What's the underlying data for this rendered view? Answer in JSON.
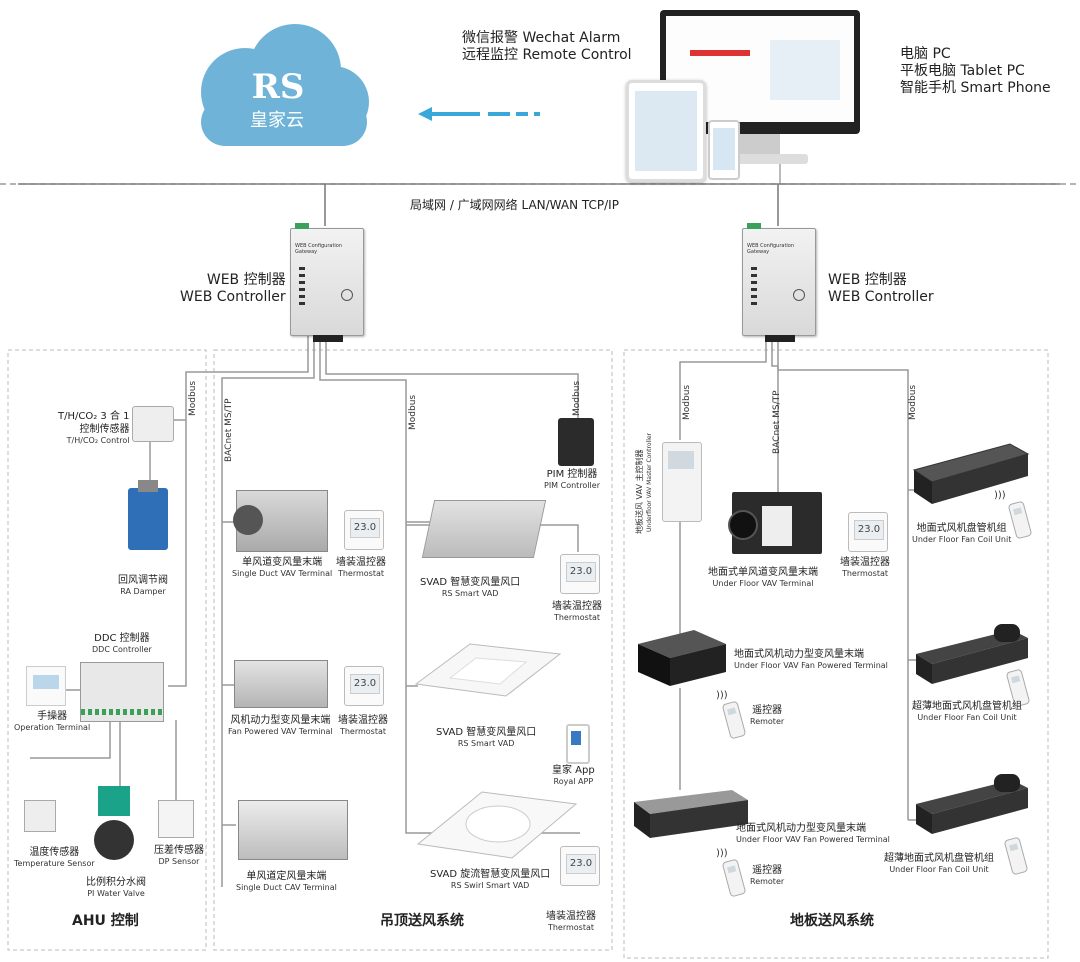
{
  "cloud": {
    "name": "皇家云",
    "logo_text": "RS",
    "color": "#6fb4d8"
  },
  "remote_access": {
    "line1": "微信报警 Wechat Alarm",
    "line2": "远程监控 Remote Control"
  },
  "client_devices": {
    "line1": "电脑 PC",
    "line2": "平板电脑 Tablet PC",
    "line3": "智能手机 Smart Phone"
  },
  "network": {
    "label": "局域网 / 广域网网络 LAN/WAN TCP/IP"
  },
  "web_controller_left": {
    "cn": "WEB 控制器",
    "en": "WEB Controller"
  },
  "web_controller_right": {
    "cn": "WEB 控制器",
    "en": "WEB Controller"
  },
  "gateway_label": "WEB Configuration Gateway",
  "protocols": {
    "modbus": "Modbus",
    "bacnet": "BACnet MS/TP"
  },
  "ahu": {
    "title": "AHU 控制",
    "th_sensor": {
      "cn1": "T/H/CO₂ 3 合 1",
      "cn2": "控制传感器",
      "en": "T/H/CO₂ Control"
    },
    "ra_damper": {
      "cn": "回风调节阀",
      "en": "RA Damper"
    },
    "ddc": {
      "cn": "DDC 控制器",
      "en": "DDC Controller"
    },
    "operation_terminal": {
      "cn": "手操器",
      "en": "Operation Terminal"
    },
    "temp_sensor": {
      "cn": "温度传感器",
      "en": "Temperature Sensor"
    },
    "water_valve": {
      "cn": "比例积分水阀",
      "en": "PI Water Valve"
    },
    "dp_sensor": {
      "cn": "压差传感器",
      "en": "DP Sensor"
    }
  },
  "ceiling": {
    "title": "吊顶送风系统",
    "single_duct_vav": {
      "cn": "单风道变风量末端",
      "en": "Single Duct VAV Terminal"
    },
    "fan_powered_vav": {
      "cn": "风机动力型变风量末端",
      "en": "Fan Powered VAV  Terminal"
    },
    "single_duct_cav": {
      "cn": "单风道定风量末端",
      "en": "Single Duct CAV Terminal"
    },
    "thermostat1": {
      "cn": "墙装温控器",
      "en": "Thermostat"
    },
    "thermostat2": {
      "cn": "墙装温控器",
      "en": "Thermostat"
    },
    "pim": {
      "cn": "PIM 控制器",
      "en": "PIM Controller"
    },
    "svad1": {
      "cn": "SVAD 智慧变风量风口",
      "en": "RS  Smart VAD"
    },
    "thermostat3": {
      "cn": "墙装温控器",
      "en": "Thermostat"
    },
    "svad2": {
      "cn": "SVAD 智慧变风量风口",
      "en": "RS  Smart VAD"
    },
    "royal_app": {
      "cn": "皇家 App",
      "en": "Royal APP"
    },
    "svad3": {
      "cn": "SVAD 旋流智慧变风量风口",
      "en": "RS Swirl Smart VAD"
    },
    "thermostat4": {
      "cn": "墙装温控器",
      "en": "Thermostat"
    },
    "thermostat_display": "23.0"
  },
  "floor": {
    "title": "地板送风系统",
    "master_controller": {
      "cn": "地板送风 VAV 主控制器",
      "en": "Underfloor VAV Master Controller"
    },
    "uf_vav": {
      "cn": "地面式单风道变风量末端",
      "en": "Under Floor VAV Terminal"
    },
    "thermostat": {
      "cn": "墙装温控器",
      "en": "Thermostat"
    },
    "fcu1": {
      "cn": "地面式风机盘管机组",
      "en": "Under Floor Fan Coil Unit"
    },
    "fp_vav1": {
      "cn": "地面式风机动力型变风量末端",
      "en": "Under Floor VAV Fan Powered Terminal"
    },
    "remote1": {
      "cn": "遥控器",
      "en": "Remoter"
    },
    "fcu2": {
      "cn": "超薄地面式风机盘管机组",
      "en": "Under Floor Fan Coil Unit"
    },
    "fp_vav2": {
      "cn": "地面式风机动力型变风量末端",
      "en": "Under Floor VAV Fan Powered Terminal"
    },
    "remote2": {
      "cn": "遥控器",
      "en": "Remoter"
    },
    "fcu3": {
      "cn": "超薄地面式风机盘管机组",
      "en": "Under Floor Fan Coil Unit"
    }
  }
}
